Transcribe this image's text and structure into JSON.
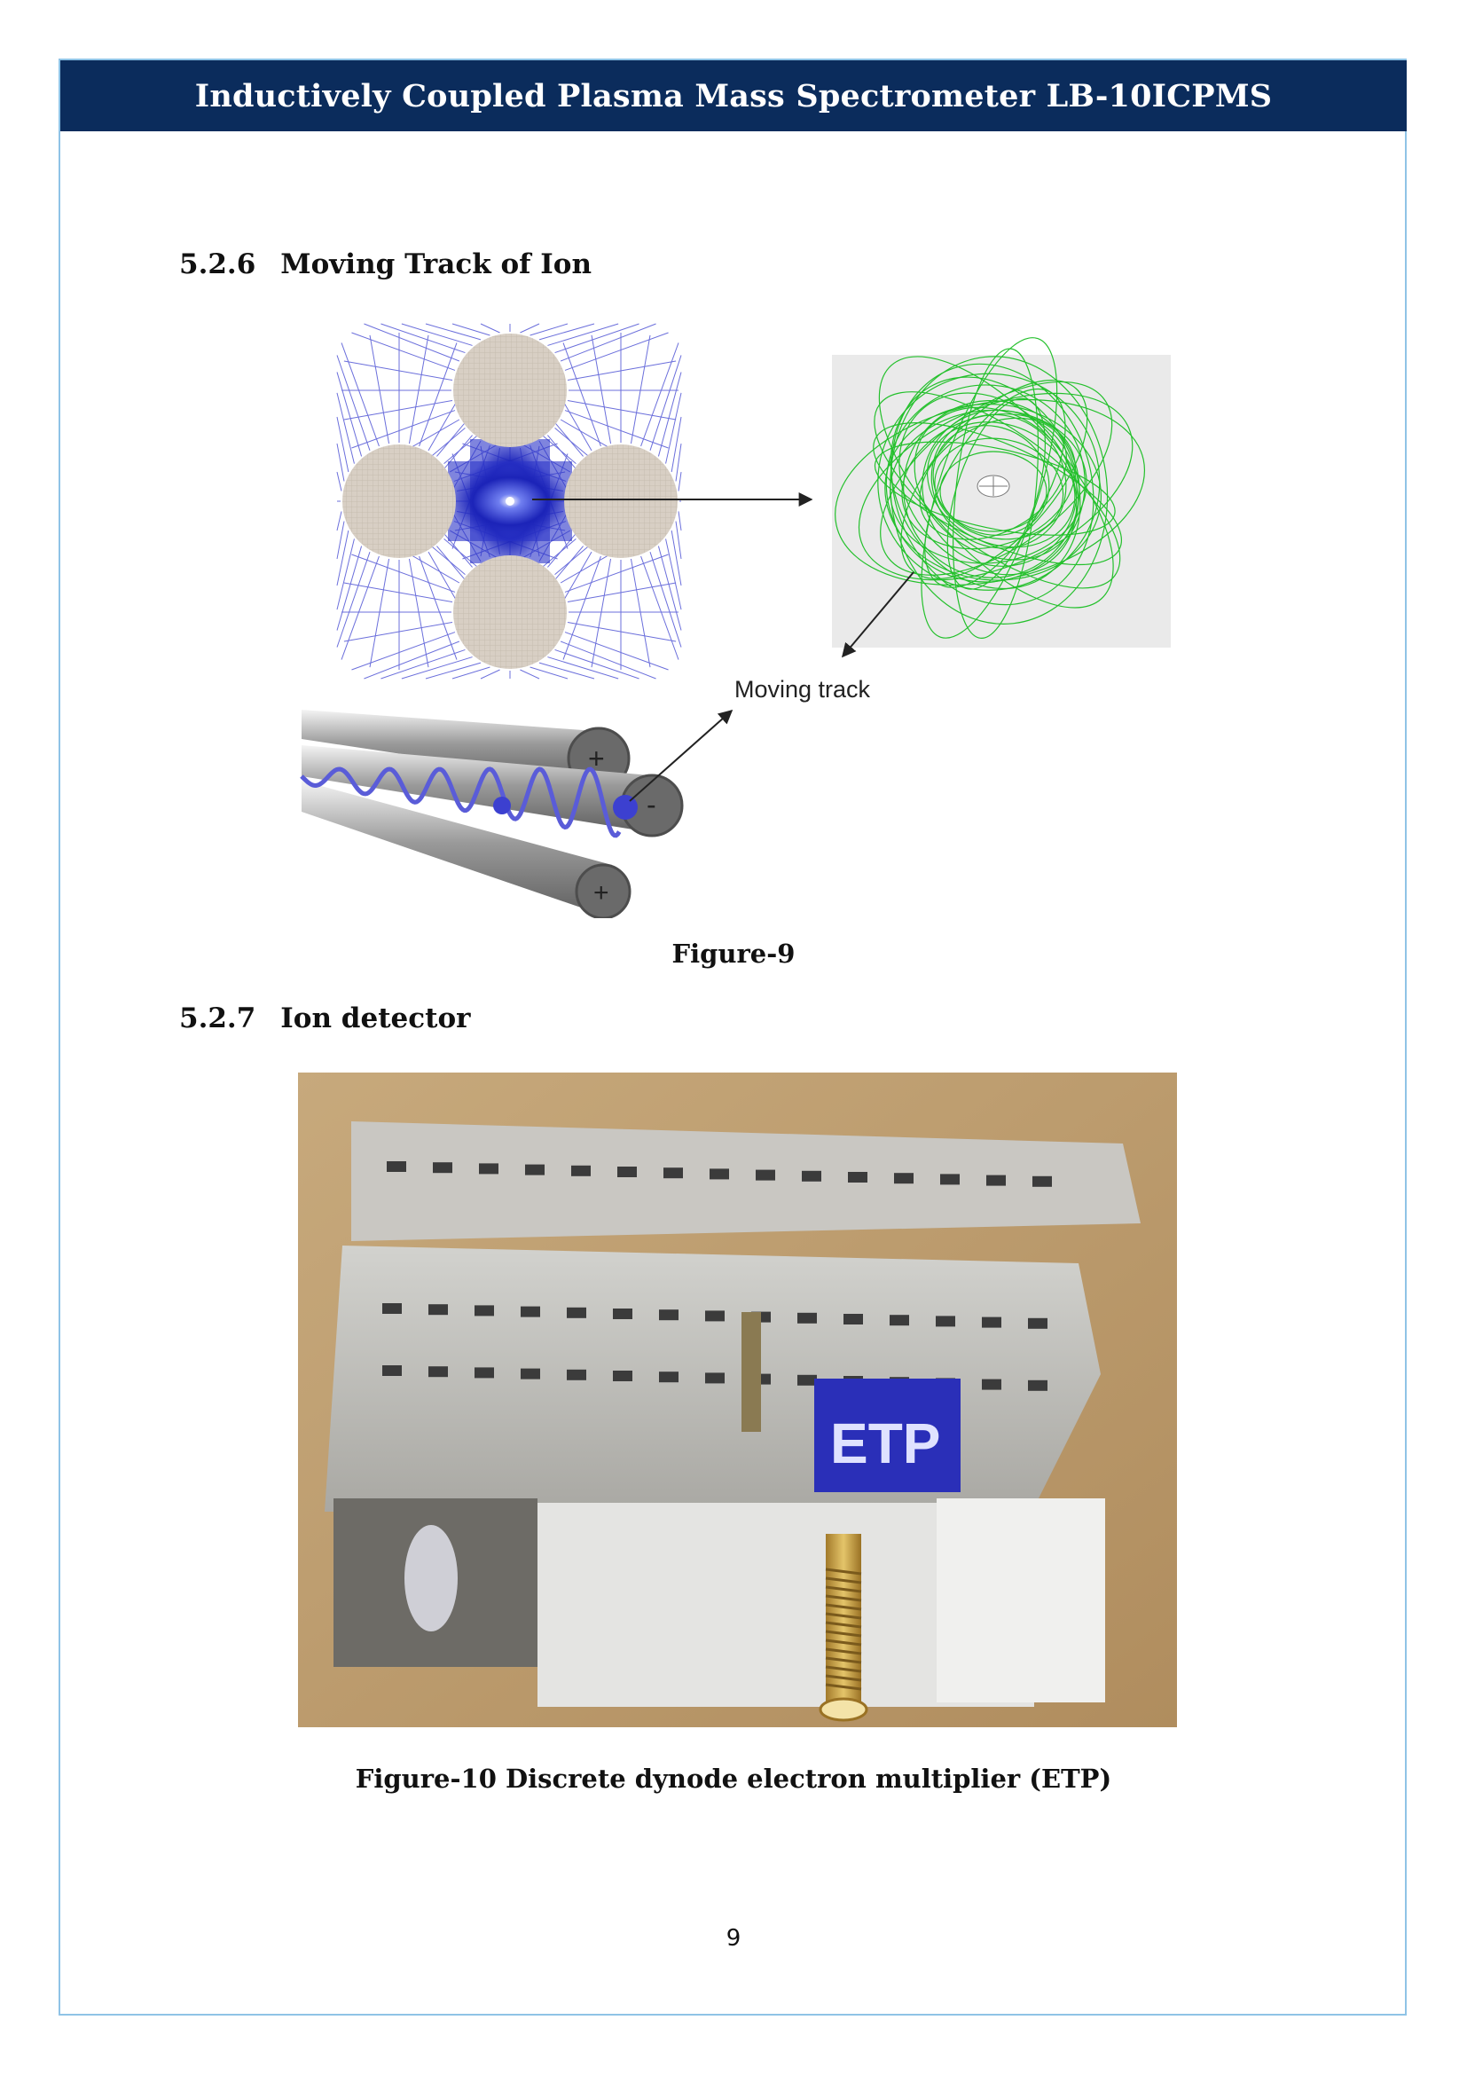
{
  "header": {
    "title": "Inductively Coupled Plasma Mass Spectrometer LB-10ICPMS"
  },
  "section1": {
    "number": "5.2.6",
    "title": "Moving Track of Ion"
  },
  "figure9": {
    "label_moving_track": "Moving track",
    "sign_plus": "+",
    "sign_minus": "-",
    "caption": "Figure-9"
  },
  "section2": {
    "number": "5.2.7",
    "title": "Ion detector"
  },
  "figure10": {
    "badge": "ETP",
    "caption": "Figure-10 Discrete dynode electron multiplier (ETP)"
  },
  "footer": {
    "page_number": "9"
  },
  "colors": {
    "banner": "#0b2c5c",
    "frame": "#8fc3e6",
    "field_lines": "#2a2fc0",
    "trajectory": "#22c02a",
    "etp_badge": "#2a2fb8"
  }
}
